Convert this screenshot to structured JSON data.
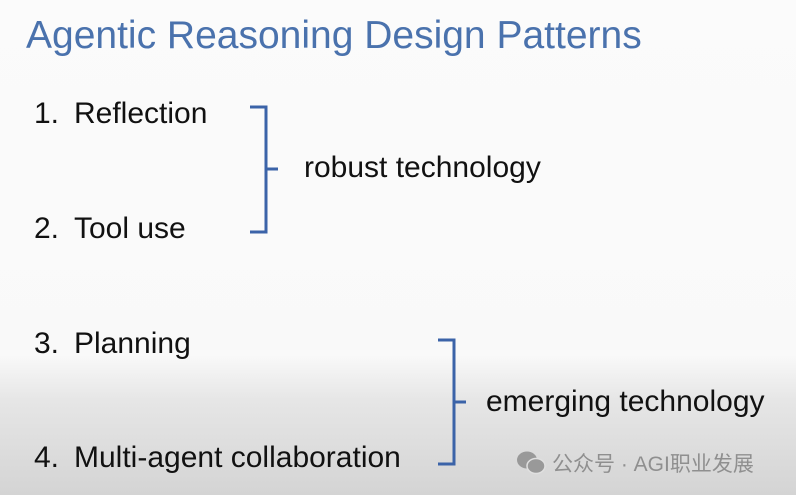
{
  "title": "Agentic Reasoning Design Patterns",
  "items": [
    {
      "number": "1.",
      "label": "Reflection"
    },
    {
      "number": "2.",
      "label": "Tool use"
    },
    {
      "number": "3.",
      "label": "Planning"
    },
    {
      "number": "4.",
      "label": "Multi-agent collaboration"
    }
  ],
  "groups": [
    {
      "label": "robust technology"
    },
    {
      "label": "emerging technology"
    }
  ],
  "watermark": "公众号 · AGI职业发展",
  "colors": {
    "title": "#4a72ad",
    "brace": "#3b63a8"
  }
}
